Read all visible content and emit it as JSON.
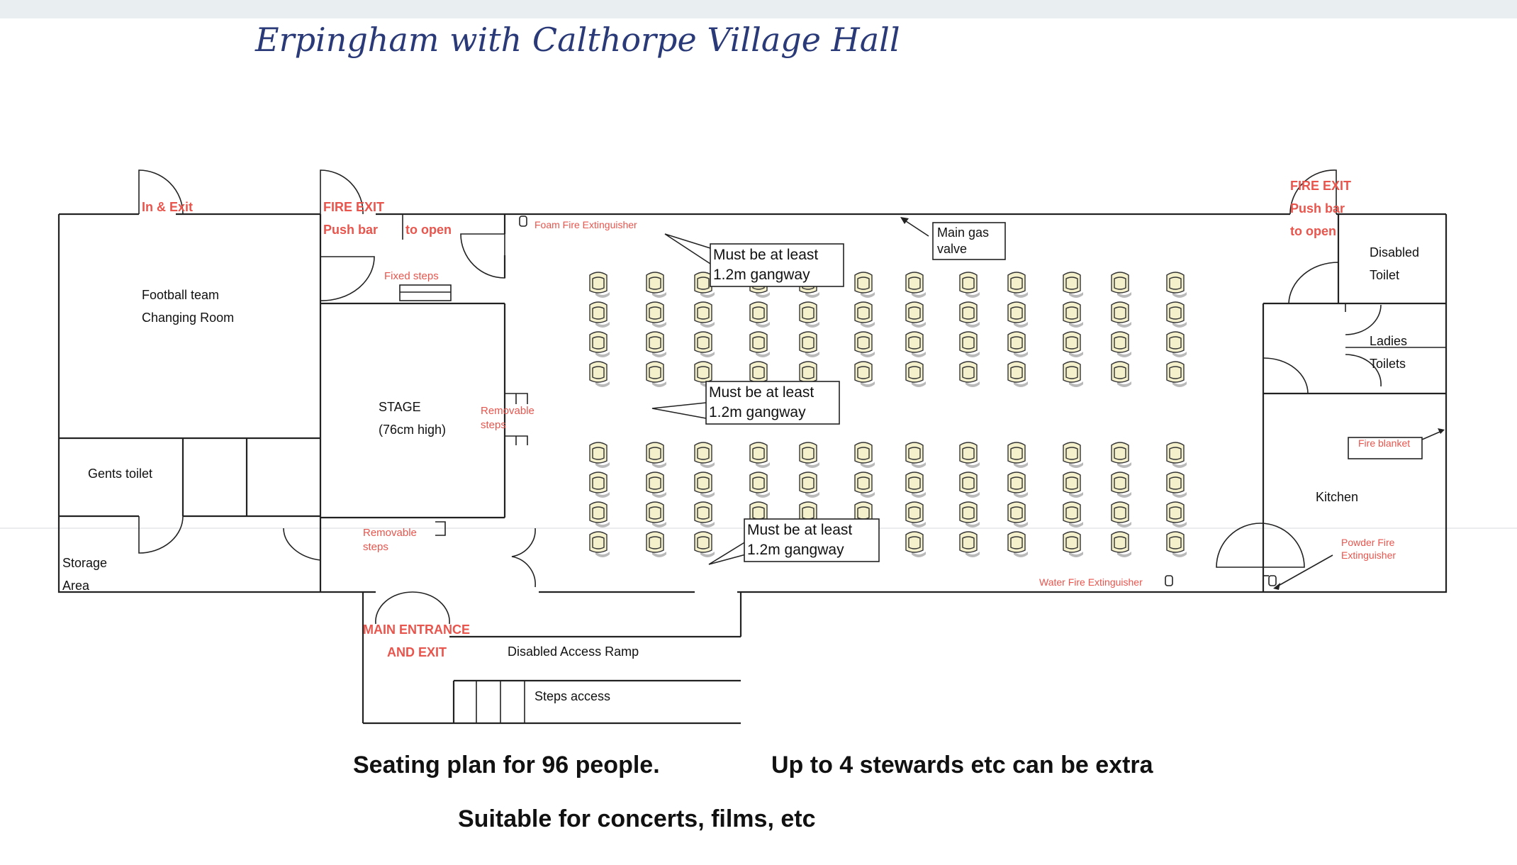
{
  "title_handwritten": "Erpingham with Calthorpe Village Hall",
  "rooms": {
    "football": [
      "Football team",
      "Changing Room"
    ],
    "gents": "Gents toilet",
    "storage": [
      "Storage",
      "Area"
    ],
    "stage": [
      "STAGE",
      "(76cm high)"
    ],
    "disabled_toilet": [
      "Disabled",
      "Toilet"
    ],
    "ladies": [
      "Ladies",
      "Toilets"
    ],
    "kitchen": "Kitchen",
    "ramp": "Disabled Access Ramp",
    "steps_access": "Steps access",
    "gas": [
      "Main gas",
      "valve"
    ]
  },
  "red_labels": {
    "in_exit": "In & Exit",
    "fire_exit_left": [
      "FIRE EXIT",
      "Push bar",
      "to open"
    ],
    "fire_exit_right": [
      "FIRE EXIT",
      "Push bar",
      "to open"
    ],
    "fixed_steps": "Fixed steps",
    "removable_steps_right": [
      "Removable",
      "steps"
    ],
    "removable_steps_bottom": [
      "Removable",
      "steps"
    ],
    "foam_ext": "Foam Fire Extinguisher",
    "fire_blanket": "Fire blanket",
    "powder_ext": [
      "Powder Fire",
      "Extinguisher"
    ],
    "water_ext": "Water Fire Extinguisher",
    "main_entrance": [
      "MAIN ENTRANCE",
      "AND EXIT"
    ]
  },
  "gangway_notes": [
    [
      "Must be at least",
      "1.2m gangway"
    ],
    [
      "Must be at least",
      "1.2m gangway"
    ],
    [
      "Must be at least",
      "1.2m gangway"
    ]
  ],
  "seating": {
    "blocks": 2,
    "columns": 12,
    "rows_per_block": 4,
    "total": 96
  },
  "footer": {
    "line1_left": "Seating plan for 96 people.",
    "line1_right": "Up to 4 stewards etc can be extra",
    "line2": "Suitable for concerts, films, etc"
  },
  "colors": {
    "red_label": "#e8554d",
    "chair_fill": "#f4f0cc",
    "line": "#222222"
  }
}
